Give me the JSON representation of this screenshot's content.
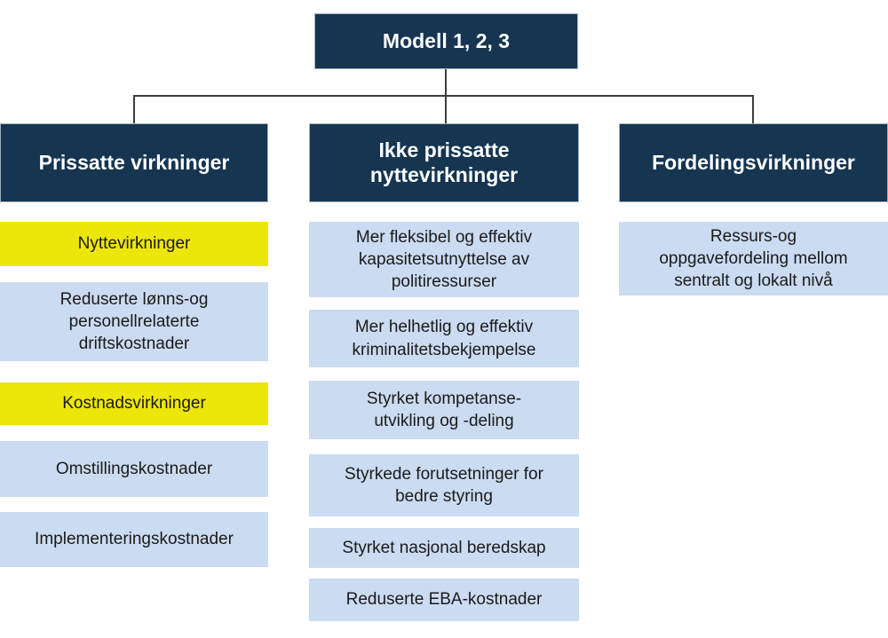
{
  "colors": {
    "navy": "#153550",
    "yellow": "#ECE60B",
    "light_blue": "#CBDBF1",
    "header_text": "#FFFFFF",
    "item_text": "#1A1A1A",
    "connector": "#3D3D3D",
    "background": "#FFFFFF"
  },
  "root_box": {
    "label": "Modell 1, 2, 3"
  },
  "columns": [
    {
      "id": "prissatte-virkninger",
      "header": "Prissatte virkninger",
      "items": [
        {
          "label": "Nyttevirkninger",
          "variant": "yellow"
        },
        {
          "label": "Reduserte lønns-og\npersonellrelaterte\ndriftskostnader",
          "variant": "blue"
        },
        {
          "label": "Kostnadsvirkninger",
          "variant": "yellow"
        },
        {
          "label": "Omstillingskostnader",
          "variant": "blue"
        },
        {
          "label": "Implementeringskostnader",
          "variant": "blue"
        }
      ]
    },
    {
      "id": "ikke-prissatte-nyttevirkninger",
      "header": "Ikke prissatte\nnyttevirkninger",
      "items": [
        {
          "label": "Mer fleksibel og effektiv\nkapasitetsutnyttelse av\npolitiressurser",
          "variant": "blue"
        },
        {
          "label": "Mer helhetlig og effektiv\nkriminalitetsbekjempelse",
          "variant": "blue"
        },
        {
          "label": "Styrket kompetanse-\nutvikling og -deling",
          "variant": "blue"
        },
        {
          "label": "Styrkede forutsetninger for\nbedre styring",
          "variant": "blue"
        },
        {
          "label": "Styrket nasjonal beredskap",
          "variant": "blue"
        },
        {
          "label": "Reduserte EBA-kostnader",
          "variant": "blue"
        }
      ]
    },
    {
      "id": "fordelingsvirkninger",
      "header": "Fordelingsvirkninger",
      "items": [
        {
          "label": "Ressurs-og\noppgavefordeling mellom\nsentralt og lokalt nivå",
          "variant": "blue"
        }
      ]
    }
  ]
}
